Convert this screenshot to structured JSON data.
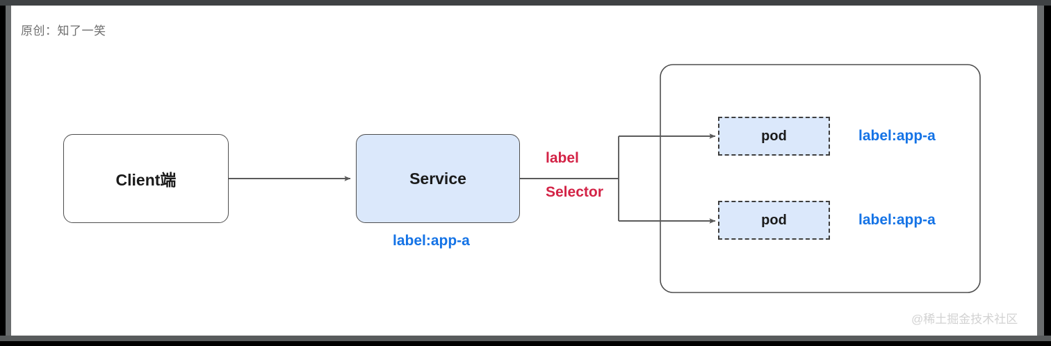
{
  "frame": {
    "canvas_background": "#ffffff",
    "chrome_color": "#3f4244"
  },
  "header": {
    "credit": "原创：知了一笑"
  },
  "watermark": {
    "text": "@稀土掘金技术社区"
  },
  "colors": {
    "box_stroke": "#4d4d4d",
    "box_fill_blue": "#dbe8fb",
    "box_fill_white": "#ffffff",
    "label_blue": "#1473e6",
    "label_red": "#d32346",
    "connector": "#5a5a5a"
  },
  "diagram": {
    "type": "kubernetes-service-label-selector",
    "nodes": [
      {
        "id": "client",
        "label": "Client端",
        "shape": "rounded-rect",
        "fill": "#ffffff",
        "border": "solid"
      },
      {
        "id": "service",
        "label": "Service",
        "shape": "rounded-rect",
        "fill": "#dbe8fb",
        "border": "solid"
      },
      {
        "id": "pod-1",
        "label": "pod",
        "shape": "rect",
        "fill": "#dbe8fb",
        "border": "dashed"
      },
      {
        "id": "pod-2",
        "label": "pod",
        "shape": "rect",
        "fill": "#dbe8fb",
        "border": "dashed"
      }
    ],
    "tags": {
      "service_label": "label:app-a",
      "pod_1_label": "label:app-a",
      "pod_2_label": "label:app-a"
    },
    "selector": {
      "line_1": "label",
      "line_2": "Selector"
    },
    "container": {
      "name": "pod-group-container",
      "border": "solid-rounded"
    },
    "edges": [
      {
        "from": "client",
        "to": "service",
        "arrow": true
      },
      {
        "from": "service",
        "to": "selector-junction",
        "arrow": false
      },
      {
        "from": "selector-junction",
        "to": "pod-1",
        "arrow": true
      },
      {
        "from": "selector-junction",
        "to": "pod-2",
        "arrow": true
      }
    ]
  }
}
